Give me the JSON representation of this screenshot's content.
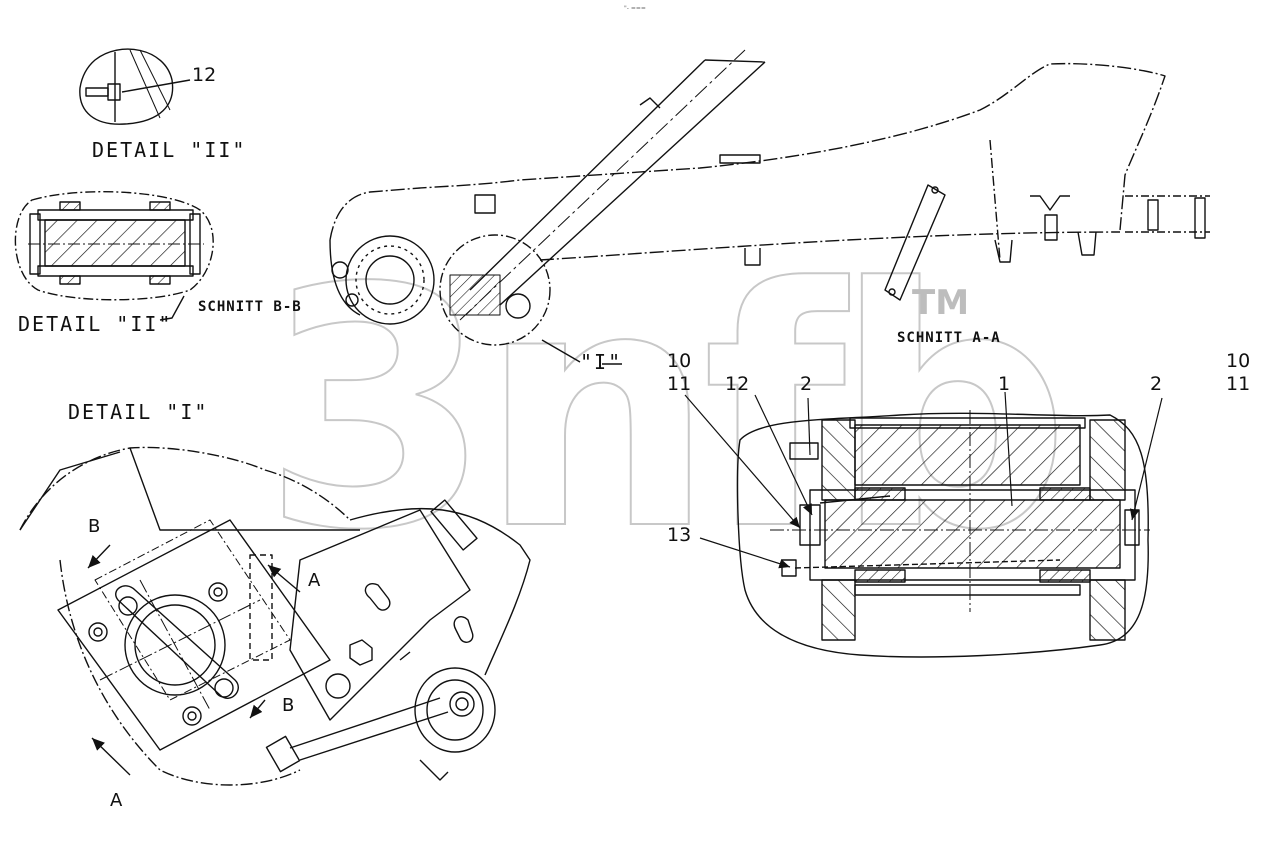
{
  "watermark": {
    "text": "3nfb",
    "tm": "TM"
  },
  "header_mark": "\"- ===",
  "details": {
    "detail_ii_top": "DETAIL \"II\"",
    "detail_ii_side": "DETAIL \"II\"",
    "detail_i": "DETAIL \"I\"",
    "callout_i": "\"I\"",
    "schnitt_bb": "SCHNITT B-B",
    "schnitt_aa": "SCHNITT A-A"
  },
  "part_numbers": {
    "p12_top": "12",
    "p10_left": "10",
    "p11_left": "11",
    "p12_section": "12",
    "p2_left": "2",
    "p1": "1",
    "p2_right": "2",
    "p10_right": "10",
    "p11_right": "11",
    "p13": "13"
  },
  "section_arrows": {
    "b_upper": "B",
    "a_upper": "A",
    "b_lower": "B",
    "a_lower": "A"
  },
  "colors": {
    "line": "#111111",
    "watermark": "#c8c8c8",
    "background": "#ffffff"
  }
}
